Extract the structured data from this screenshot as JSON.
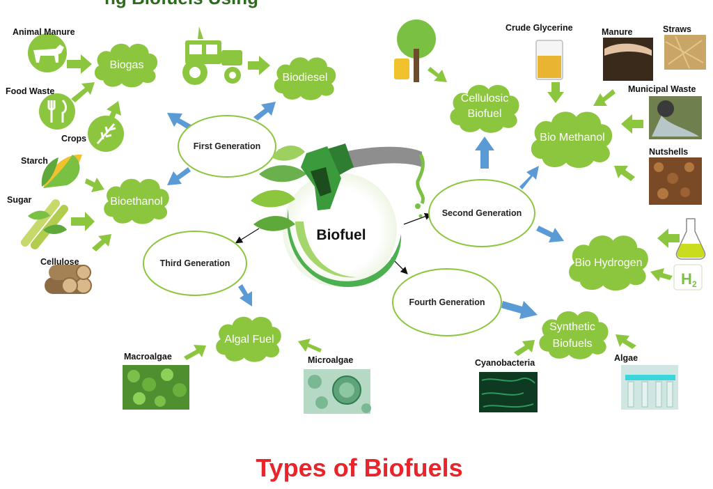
{
  "header_partial": "ng Biofuels Using",
  "title": "Types of Biofuels",
  "center_label": "Biofuel",
  "generations": {
    "first": "First Generation",
    "second": "Second Generation",
    "third": "Third Generation",
    "fourth": "Fourth Generation"
  },
  "fuels": {
    "biogas": "Biogas",
    "biodiesel": "Biodiesel",
    "bioethanol": "Bioethanol",
    "algal": "Algal Fuel",
    "cellulosic_1": "Cellulosic",
    "cellulosic_2": "Biofuel",
    "biomethanol": "Bio Methanol",
    "biohydrogen": "Bio Hydrogen",
    "synthetic_1": "Synthetic",
    "synthetic_2": "Biofuels"
  },
  "sources": {
    "animal_manure": "Animal Manure",
    "food_waste": "Food Waste",
    "crops": "Crops",
    "starch": "Starch",
    "sugar": "Sugar",
    "cellulose": "Cellulose",
    "macroalgae": "Macroalgae",
    "microalgae": "Microalgae",
    "crude_glycerine": "Crude Glycerine",
    "manure": "Manure",
    "straws": "Straws",
    "municipal_waste": "Municipal Waste",
    "nutshells": "Nutshells",
    "cyanobacteria": "Cyanobacteria",
    "algae": "Algae",
    "h2": "H"
  },
  "colors": {
    "cloud_green": "#8cc63f",
    "arrow_green": "#8cc63f",
    "arrow_blue": "#5b9bd5",
    "title_red": "#e8252a"
  }
}
